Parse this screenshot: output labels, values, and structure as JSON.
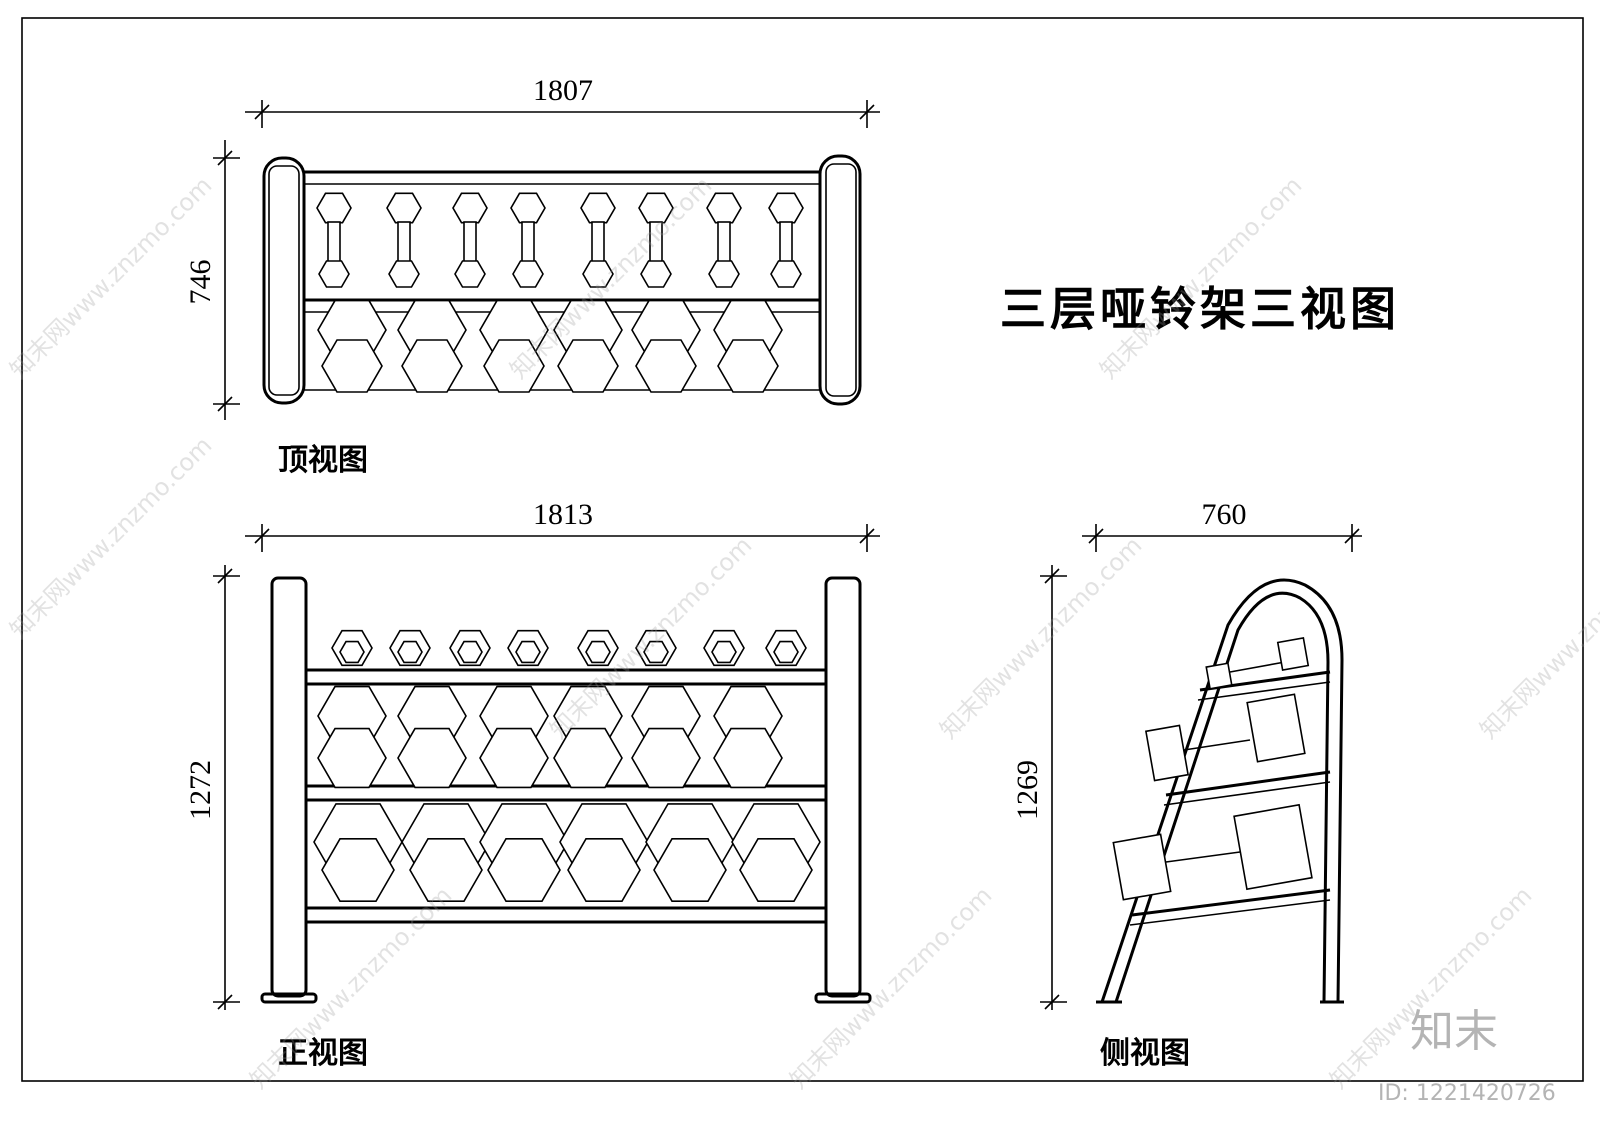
{
  "title": "三层哑铃架三视图",
  "views": {
    "top": {
      "label": "顶视图",
      "width": "1807",
      "depth": "746"
    },
    "front": {
      "label": "正视图",
      "width": "1813",
      "height": "1272"
    },
    "side": {
      "label": "侧视图",
      "depth": "760",
      "height": "1269"
    }
  },
  "watermark": {
    "text": "知末网www.znzmo.com",
    "brand": "知末",
    "id": "ID: 1221420726"
  }
}
